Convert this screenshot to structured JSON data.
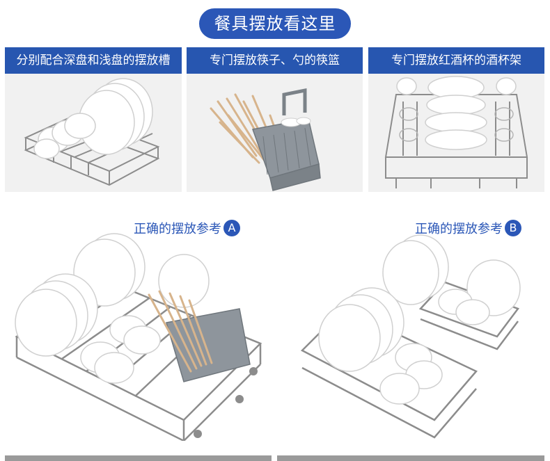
{
  "header": {
    "title": "餐具摆放看这里"
  },
  "panels": [
    {
      "label": "分别配合深盘和浅盘的摆放槽",
      "image": "dish-rack-with-plates-and-bowls"
    },
    {
      "label": "专门摆放筷子、勺的筷篮",
      "image": "cutlery-basket-with-chopsticks"
    },
    {
      "label": "专门摆放红酒杯的酒杯架",
      "image": "rack-with-wine-glasses-and-plates"
    }
  ],
  "references": [
    {
      "text": "正确的摆放参考",
      "badge": "A",
      "image": "full-loaded-rack-with-cutlery-basket"
    },
    {
      "text": "正确的摆放参考",
      "badge": "B",
      "image": "loaded-rack-plates-and-bowls"
    }
  ],
  "colors": {
    "accent": "#2b57b7",
    "label_bg": "#2756b0",
    "panel_bg": "#f1f1f1",
    "rack": "#8c8c8c"
  }
}
